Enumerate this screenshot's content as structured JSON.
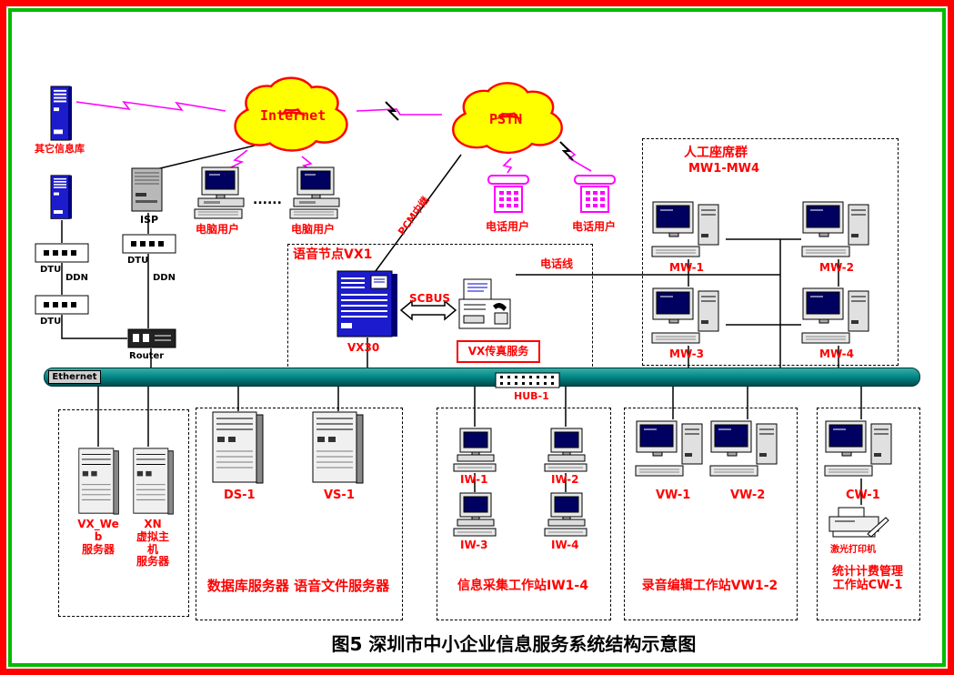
{
  "title": "图5 深圳市中小企业信息服务系统结构示意图",
  "colors": {
    "frame_outer": "#ff0000",
    "frame_inner": "#00bb00",
    "cloud_fill": "#ffff00",
    "cloud_stroke": "#ff0000",
    "label_red": "#ff0000",
    "link_magenta": "#ff00ff",
    "ethernet_teal": "#008080",
    "server_blue": "#1c1ccc"
  },
  "top": {
    "other_db": "其它信息库",
    "internet": "Internet",
    "pstn": "PSTN",
    "isp": "ISP",
    "pc_user_1": "电脑用户",
    "pc_user_2": "电脑用户",
    "dots": "......",
    "phone_user_1": "电话用户",
    "phone_user_2": "电话用户"
  },
  "left_chain": {
    "dtu_a": "DTU",
    "ddn_a": "DDN",
    "dtu_b": "DTU",
    "dtu_c": "DTU",
    "ddn_b": "DDN",
    "router": "Router"
  },
  "voice_node": {
    "title": "语音节点VX1",
    "vx30": "VX30",
    "scbus": "SCBUS",
    "fax_service": "VX传真服务",
    "pcm_trunk": "PCM中继",
    "phone_line": "电话线"
  },
  "agents": {
    "title": "人工座席群",
    "subtitle": "MW1-MW4",
    "mw1": "MW-1",
    "mw2": "MW-2",
    "mw3": "MW-3",
    "mw4": "MW-4"
  },
  "bus": {
    "ethernet": "Ethernet",
    "hub": "HUB-1"
  },
  "web_box": {
    "vx_web": "VX_We\nb\n服务器",
    "xn": "XN\n虚拟主\n机\n服务器"
  },
  "db_box": {
    "ds1": "DS-1",
    "vs1": "VS-1",
    "caption": "数据库服务器 语音文件服务器"
  },
  "iw_box": {
    "iw1": "IW-1",
    "iw2": "IW-2",
    "iw3": "IW-3",
    "iw4": "IW-4",
    "caption": "信息采集工作站IW1-4"
  },
  "vw_box": {
    "vw1": "VW-1",
    "vw2": "VW-2",
    "caption": "录音编辑工作站VW1-2"
  },
  "cw_box": {
    "cw1": "CW-1",
    "printer": "激光打印机",
    "caption": "统计计费管理\n工作站CW-1"
  }
}
